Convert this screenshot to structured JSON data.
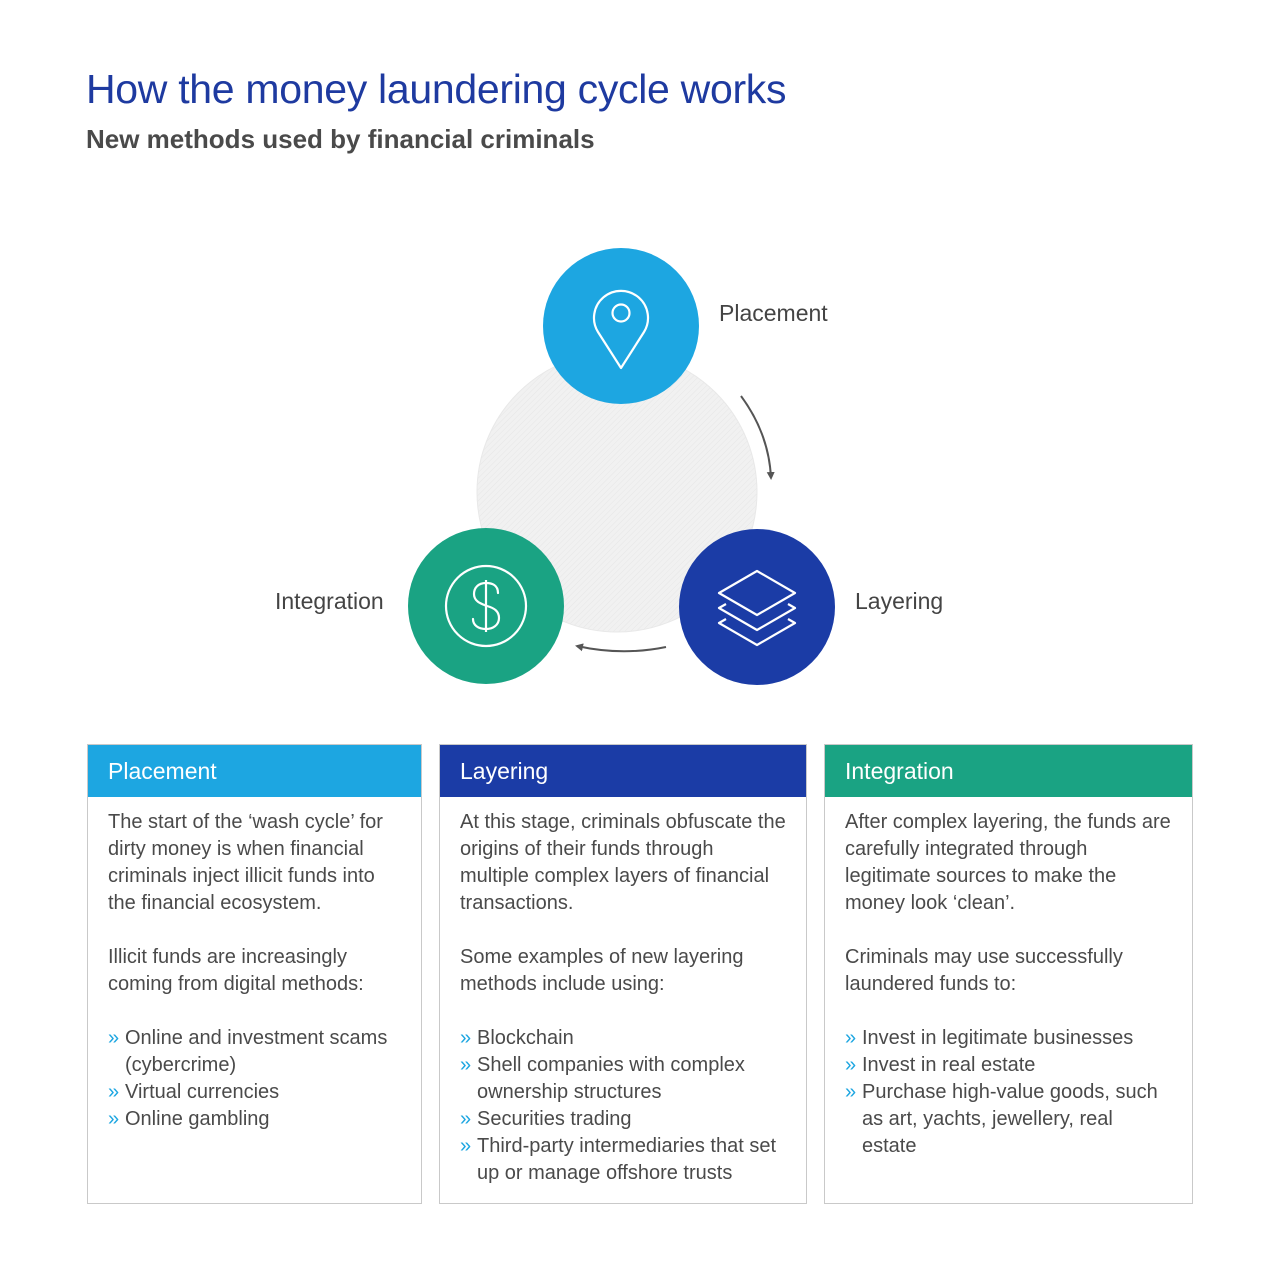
{
  "header": {
    "title": "How the money laundering cycle works",
    "subtitle": "New methods used by financial criminals"
  },
  "cycle": {
    "stages": [
      {
        "label": "Placement",
        "icon": "location-pin-icon",
        "color": "#1da6e1"
      },
      {
        "label": "Layering",
        "icon": "layers-icon",
        "color": "#1b3ca6"
      },
      {
        "label": "Integration",
        "icon": "dollar-icon",
        "color": "#1aa383"
      }
    ],
    "arrow_color": "#555555"
  },
  "panels": [
    {
      "title": "Placement",
      "color": "#1da6e1",
      "paragraphs": [
        "The start of the ‘wash cycle’ for dirty money is when financial criminals inject illicit funds into the financial ecosystem.",
        "Illicit funds are increasingly coming from digital methods:"
      ],
      "bullet_glyph": "»",
      "items": [
        "Online and investment scams (cybercrime)",
        "Virtual currencies",
        "Online gambling"
      ]
    },
    {
      "title": "Layering",
      "color": "#1b3ca6",
      "paragraphs": [
        "At this stage, criminals obfuscate the origins of their funds through multiple complex layers of financial transactions.",
        "Some examples of new layering methods include using:"
      ],
      "bullet_glyph": "»",
      "items": [
        "Blockchain",
        "Shell companies with complex ownership structures",
        "Securities trading",
        "Third-party intermediaries that set up or manage offshore trusts"
      ]
    },
    {
      "title": "Integration",
      "color": "#1aa383",
      "paragraphs": [
        "After complex layering, the funds are carefully integrated through legitimate sources to make the money look ‘clean’.",
        "Criminals may use successfully laundered funds to:"
      ],
      "bullet_glyph": "»",
      "items": [
        "Invest in legitimate businesses",
        "Invest in real estate",
        "Purchase high-value goods, such as art, yachts, jewellery, real estate"
      ]
    }
  ]
}
